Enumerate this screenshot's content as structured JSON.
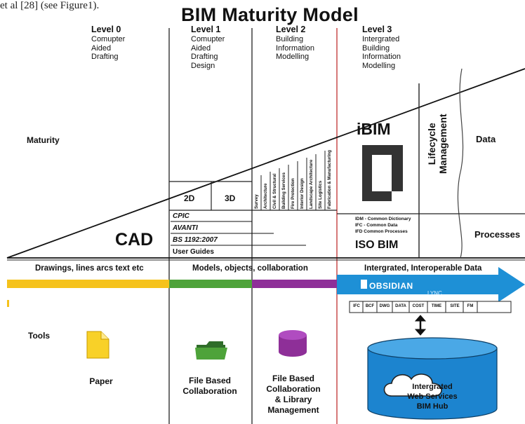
{
  "caption": "et al [28] (see Figure1).",
  "title": "BIM Maturity Model",
  "levels": [
    {
      "label": "Level 0",
      "desc": "Comupter\nAided\nDrafting"
    },
    {
      "label": "Level 1",
      "desc": "Comupter\nAided\nDrafting\nDesign"
    },
    {
      "label": "Level 2",
      "desc": "Building\nInformation\nModelling"
    },
    {
      "label": "Level 3",
      "desc": "Intergrated\nBuilding\nInformation\nModelling"
    }
  ],
  "maturity_label": "Maturity",
  "level1_boxes": [
    "2D",
    "3D"
  ],
  "level2_disciplines": [
    "Survey",
    "Architecture",
    "Civil & Structural",
    "Building Services",
    "Fire Protection",
    "Interior Design",
    "Landscape Architecture",
    "Site Logistics",
    "Fabrication & Manufacturing"
  ],
  "cad_label": "CAD",
  "standards": [
    "CPIC",
    "AVANTI",
    "BS 1192:2007",
    "User Guides"
  ],
  "ibim_label": "iBIM",
  "lifecycle_label": "Lifecycle\nManagement",
  "data_label": "Data",
  "processes_label": "Processes",
  "iso_lines": [
    "IDM - Common Dictionary",
    "IFC - Common Data",
    "IFD Common Processes"
  ],
  "iso_bim_label": "ISO BIM",
  "bands": [
    "Drawings, lines arcs text etc",
    "Models, objects, collaboration",
    "Intergrated, Interoperable Data"
  ],
  "obsidian_label": "OBSIDIAN",
  "lync_label": "LYNC",
  "formats": [
    "IFC",
    "BCF",
    "DWG",
    "DATA",
    "COST",
    "TIME",
    "SITE",
    "FM"
  ],
  "tools_label": "Tools",
  "tool_items": [
    "Paper",
    "File Based\nCollaboration",
    "File Based\nCollaboration\n& Library\nManagement"
  ],
  "hub_label": "Intergrated\nWeb Services\nBIM Hub",
  "colors": {
    "yellow": "#f5c21b",
    "green": "#4ea33a",
    "purple": "#8e2f98",
    "blue": "#1e90d6",
    "doc": "#f8d128",
    "cylinder": "#1c84cf"
  }
}
